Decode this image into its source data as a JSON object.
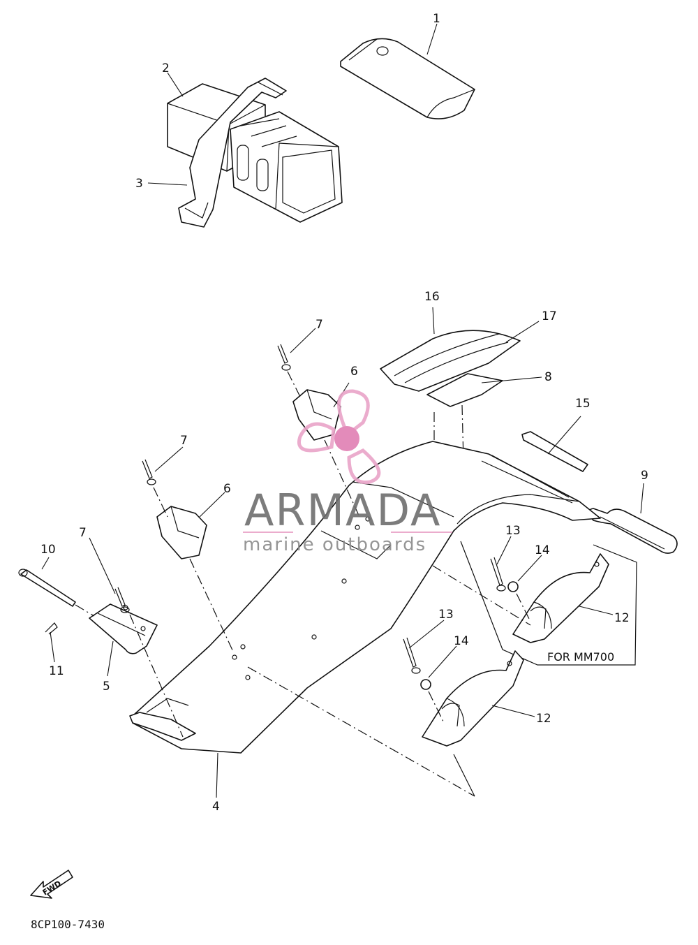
{
  "diagram": {
    "drawing_code": "8CP100-7430",
    "fwd_label": "FWD",
    "model_note": "FOR MM700",
    "callouts": [
      "1",
      "2",
      "3",
      "4",
      "5",
      "6",
      "6",
      "7",
      "7",
      "7",
      "8",
      "9",
      "10",
      "11",
      "12",
      "12",
      "13",
      "13",
      "14",
      "14",
      "15",
      "16",
      "17"
    ]
  },
  "watermark": {
    "brand": "ARMADA",
    "tagline": "marine outboards",
    "colors": {
      "logo_pink": "#e9a4c8",
      "logo_pink_dark": "#e07fb3",
      "text_gray": "#6e6e6e"
    }
  }
}
